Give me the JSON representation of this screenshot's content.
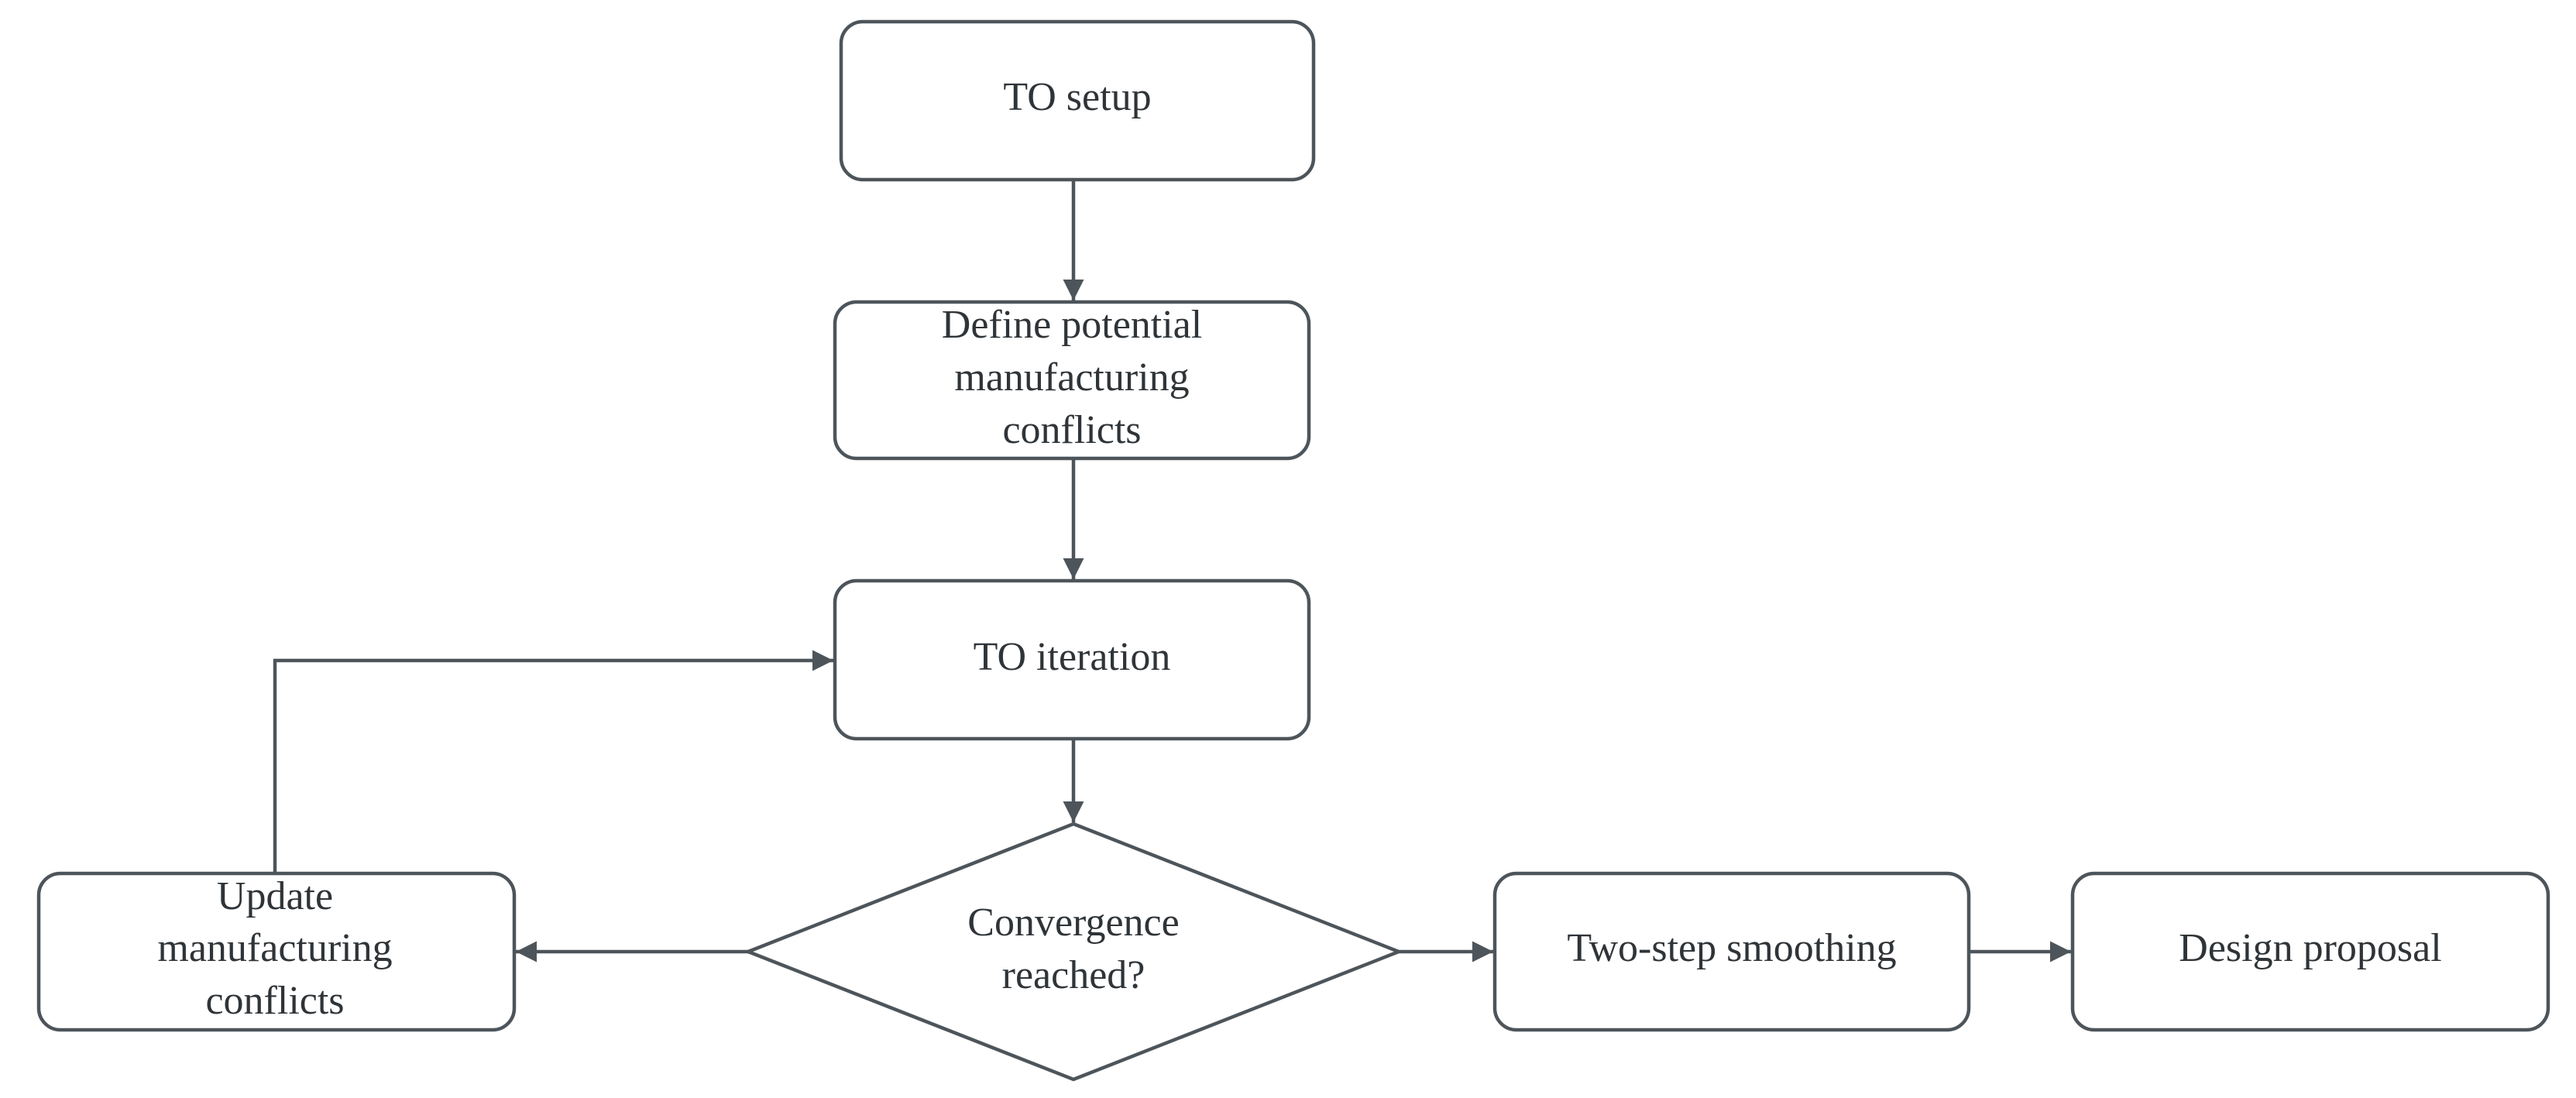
{
  "nodes": {
    "to_setup": {
      "lines": [
        "TO setup"
      ]
    },
    "define_conflicts": {
      "lines": [
        "Define potential",
        "manufacturing",
        "conflicts"
      ]
    },
    "to_iteration": {
      "lines": [
        "TO iteration"
      ]
    },
    "convergence": {
      "lines": [
        "Convergence",
        "reached?"
      ]
    },
    "update_conflicts": {
      "lines": [
        "Update",
        "manufacturing",
        "conflicts"
      ]
    },
    "smoothing": {
      "lines": [
        "Two-step smoothing"
      ]
    },
    "design_proposal": {
      "lines": [
        "Design proposal"
      ]
    }
  },
  "edges": [
    {
      "from": "TO setup",
      "to": "Define potential manufacturing conflicts"
    },
    {
      "from": "Define potential manufacturing conflicts",
      "to": "TO iteration"
    },
    {
      "from": "TO iteration",
      "to": "Convergence reached?"
    },
    {
      "from": "Convergence reached?",
      "to": "Update manufacturing conflicts"
    },
    {
      "from": "Update manufacturing conflicts",
      "to": "TO iteration"
    },
    {
      "from": "Convergence reached?",
      "to": "Two-step smoothing"
    },
    {
      "from": "Two-step smoothing",
      "to": "Design proposal"
    }
  ],
  "colors": {
    "stroke": "#4d555b",
    "text": "#2f3438",
    "fill": "#ffffff"
  }
}
